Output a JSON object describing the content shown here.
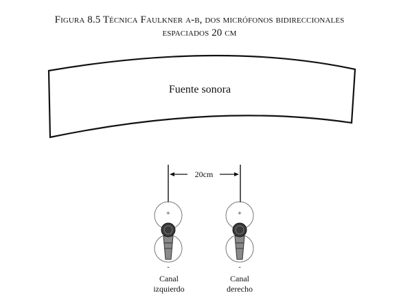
{
  "caption": {
    "line1": "Figura 8.5 Técnica Faulkner a-b, dos micrófonos bidireccionales",
    "line2": "espaciados 20 cm"
  },
  "diagram": {
    "source_label": "Fuente sonora",
    "spacing_label": "20cm",
    "microphones": [
      {
        "label_line1": "Canal",
        "label_line2": "izquierdo",
        "front_sign": "+",
        "rear_sign": "-"
      },
      {
        "label_line1": "Canal",
        "label_line2": "derecho",
        "front_sign": "+",
        "rear_sign": "-"
      }
    ]
  },
  "colors": {
    "ink": "#111111",
    "pattern_line": "#777777",
    "mic_body": "#8a8a8a"
  }
}
